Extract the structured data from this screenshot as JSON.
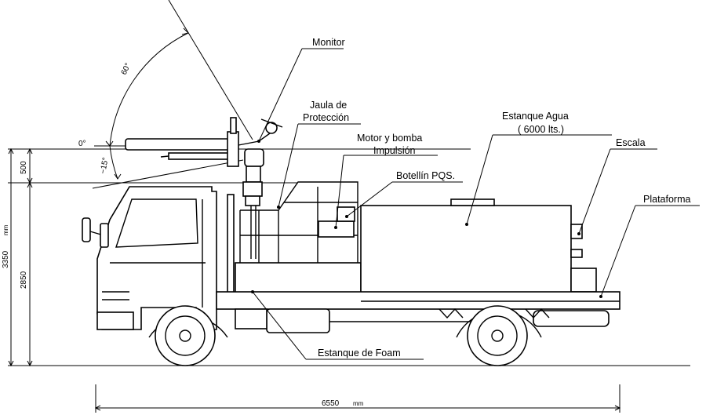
{
  "labels": {
    "monitor": "Monitor",
    "jaula_1": "Jaula de",
    "jaula_2": "Protección",
    "motor_1": "Motor y bomba",
    "motor_2": "Impulsión",
    "botellin": "Botellín PQS.",
    "estanque_agua_1": "Estanque  Agua",
    "estanque_agua_2": "( 6000 lts.)",
    "escala": "Escala",
    "plataforma": "Plataforma",
    "estanque_foam": "Estanque  de Foam"
  },
  "dimensions": {
    "angle_60": "60°",
    "angle_0": "0°",
    "angle_minus15": "−15°",
    "height_500": "500",
    "height_3350": "3350",
    "height_2850": "2850",
    "length_6550": "6550",
    "unit_mm": "mm"
  }
}
